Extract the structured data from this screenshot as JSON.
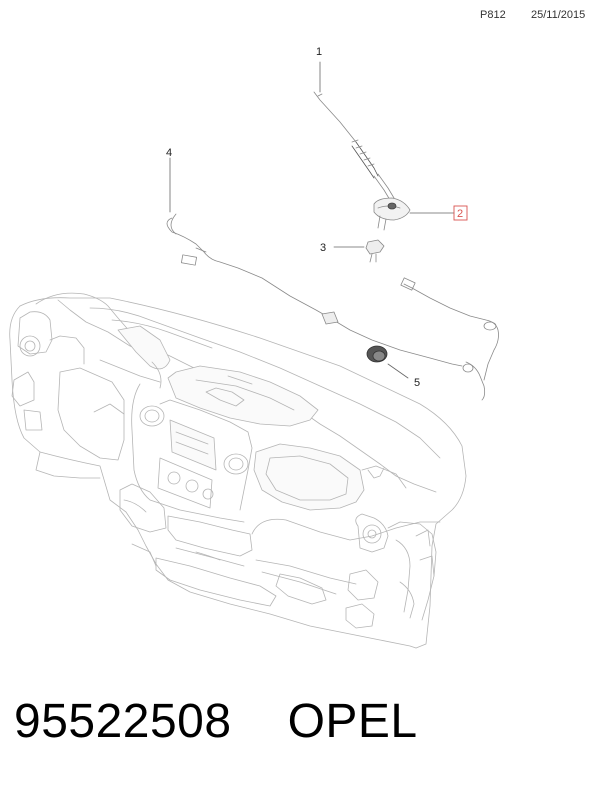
{
  "header": {
    "code": "P812",
    "date": "25/11/2015"
  },
  "callouts": [
    {
      "id": "1",
      "label": "1",
      "highlighted": false
    },
    {
      "id": "2",
      "label": "2",
      "highlighted": true,
      "highlight_color": "#d9534f"
    },
    {
      "id": "3",
      "label": "3",
      "highlighted": false
    },
    {
      "id": "4",
      "label": "4",
      "highlighted": false
    },
    {
      "id": "5",
      "label": "5",
      "highlighted": false
    }
  ],
  "footer": {
    "part_number": "95522508",
    "brand": "OPEL"
  }
}
